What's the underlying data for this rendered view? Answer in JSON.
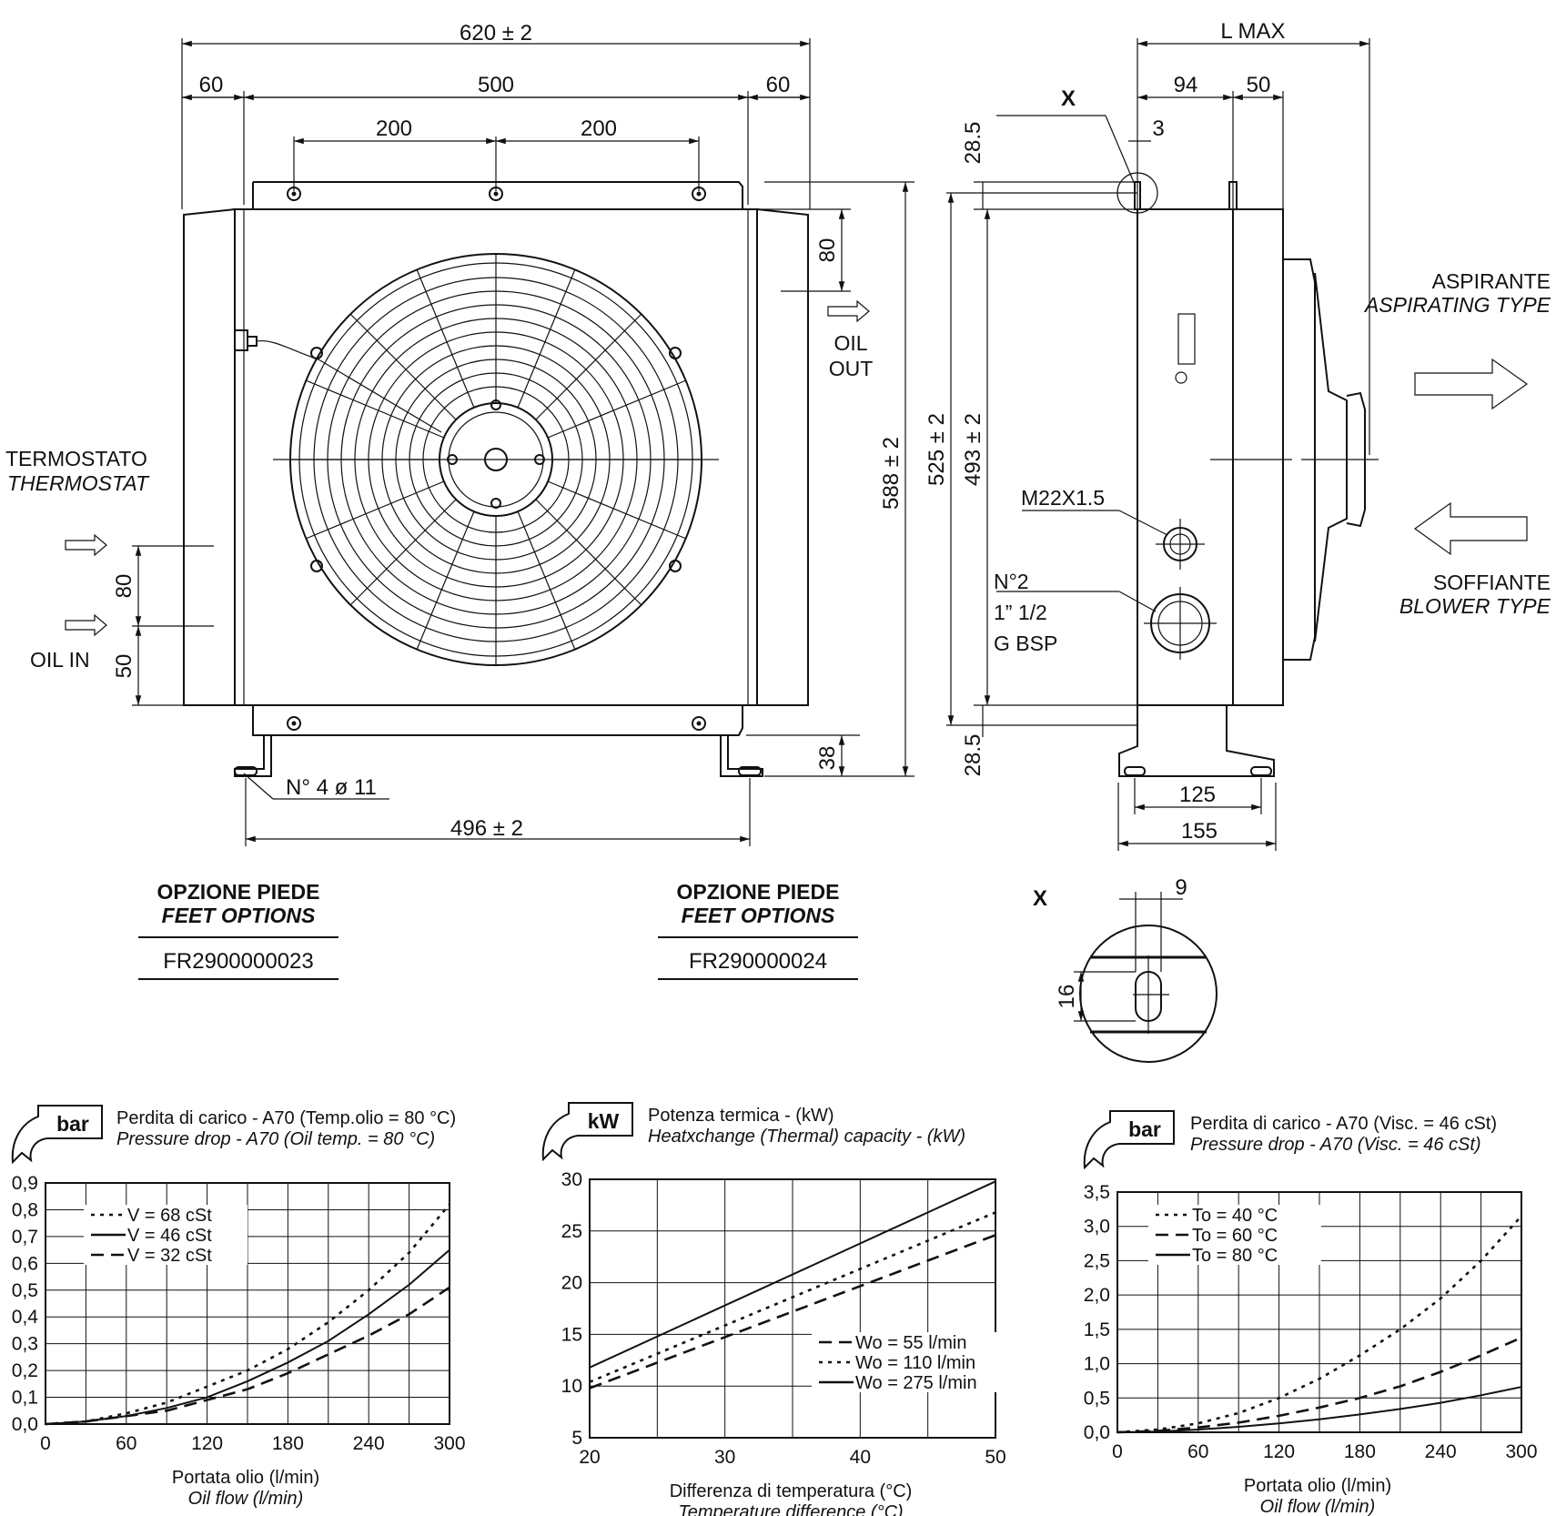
{
  "front_view": {
    "dims": {
      "overall_width": "620 ± 2",
      "left_margin": "60",
      "core_width": "500",
      "right_margin": "60",
      "hole_spacing_left": "200",
      "hole_spacing_right": "200",
      "oil_out_offset": "80",
      "overall_height": "588 ± 2",
      "feet_height": "38",
      "feet_span": "496 ± 2",
      "feet_holes": "N° 4 ø 11",
      "oil_in_offset_80": "80",
      "oil_in_offset_50": "50"
    },
    "labels": {
      "oil_out": [
        "OIL",
        "OUT"
      ],
      "oil_in": "OIL IN",
      "thermostat_it": "TERMOSTATO",
      "thermostat_en": "THERMOSTAT"
    }
  },
  "side_view": {
    "dims": {
      "l_max": "L MAX",
      "d94": "94",
      "d50": "50",
      "d3": "3",
      "d28_top": "28.5",
      "d28_bottom": "28.5",
      "h525": "525 ± 2",
      "h493": "493 ± 2",
      "d125": "125",
      "d155": "155"
    },
    "labels": {
      "x": "X",
      "thread": "M22X1.5",
      "ports": [
        "N°2",
        "1” 1/2",
        "G BSP"
      ],
      "aspirante": "ASPIRANTE",
      "aspirating": "ASPIRATING TYPE",
      "soffiante": "SOFFIANTE",
      "blower": "BLOWER TYPE"
    }
  },
  "detail_x": {
    "label": "X",
    "d9": "9",
    "d16": "16"
  },
  "feet_options": [
    {
      "title_it": "OPZIONE PIEDE",
      "title_en": "FEET OPTIONS",
      "code": "FR2900000023"
    },
    {
      "title_it": "OPZIONE PIEDE",
      "title_en": "FEET OPTIONS",
      "code": "FR290000024"
    }
  ],
  "chart_data": [
    {
      "type": "line",
      "unit_badge": "bar",
      "title": "Perdita di carico - A70 (Temp.olio = 80 °C)",
      "subtitle": "Pressure drop - A70 (Oil temp. = 80 °C)",
      "xlabel": "Portata olio (l/min)",
      "xlabel_en": "Oil flow (l/min)",
      "xlim": [
        0,
        300
      ],
      "ylim": [
        0,
        0.9
      ],
      "x_ticks": [
        "0",
        "60",
        "120",
        "180",
        "240",
        "300"
      ],
      "x_tick_values": [
        0,
        60,
        120,
        180,
        240,
        300
      ],
      "y_ticks": [
        "0,0",
        "0,1",
        "0,2",
        "0,3",
        "0,4",
        "0,5",
        "0,6",
        "0,7",
        "0,8",
        "0,9"
      ],
      "y_tick_values": [
        0,
        0.1,
        0.2,
        0.3,
        0.4,
        0.5,
        0.6,
        0.7,
        0.8,
        0.9
      ],
      "x_grid": [
        0,
        30,
        60,
        90,
        120,
        150,
        180,
        210,
        240,
        270,
        300
      ],
      "y_grid": [
        0,
        0.1,
        0.2,
        0.3,
        0.4,
        0.5,
        0.6,
        0.7,
        0.8,
        0.9
      ],
      "legend": "top-left",
      "series": [
        {
          "name": "V = 68 cSt",
          "style": "dotted",
          "x": [
            0,
            30,
            60,
            90,
            120,
            150,
            180,
            210,
            240,
            270,
            300
          ],
          "y": [
            0,
            0.01,
            0.04,
            0.08,
            0.14,
            0.2,
            0.28,
            0.38,
            0.5,
            0.64,
            0.82
          ]
        },
        {
          "name": "V = 46 cSt",
          "style": "solid",
          "x": [
            0,
            30,
            60,
            90,
            120,
            150,
            180,
            210,
            240,
            270,
            300
          ],
          "y": [
            0,
            0.01,
            0.03,
            0.06,
            0.1,
            0.16,
            0.23,
            0.31,
            0.41,
            0.52,
            0.65
          ]
        },
        {
          "name": "V = 32 cSt",
          "style": "dashed",
          "x": [
            0,
            30,
            60,
            90,
            120,
            150,
            180,
            210,
            240,
            270,
            300
          ],
          "y": [
            0,
            0.01,
            0.03,
            0.05,
            0.09,
            0.13,
            0.19,
            0.26,
            0.33,
            0.41,
            0.51
          ]
        }
      ]
    },
    {
      "type": "line",
      "unit_badge": "kW",
      "title": "Potenza termica - (kW)",
      "subtitle": "Heatxchange (Thermal) capacity - (kW)",
      "xlabel": "Differenza di temperatura (°C)",
      "xlabel_en": "Temperature difference (°C)",
      "xlim": [
        20,
        50
      ],
      "ylim": [
        5,
        30
      ],
      "x_ticks": [
        "20",
        "30",
        "40",
        "50"
      ],
      "x_tick_values": [
        20,
        30,
        40,
        50
      ],
      "y_ticks": [
        "5",
        "10",
        "15",
        "20",
        "25",
        "30"
      ],
      "y_tick_values": [
        5,
        10,
        15,
        20,
        25,
        30
      ],
      "x_grid": [
        20,
        25,
        30,
        35,
        40,
        45,
        50
      ],
      "y_grid": [
        5,
        10,
        15,
        20,
        25,
        30
      ],
      "legend": "bottom-right",
      "series": [
        {
          "name": "Wo = 55 l/min",
          "style": "dashed",
          "x": [
            20,
            50
          ],
          "y": [
            9.8,
            24.6
          ]
        },
        {
          "name": "Wo = 110 l/min",
          "style": "dotted",
          "x": [
            20,
            50
          ],
          "y": [
            10.4,
            26.8
          ]
        },
        {
          "name": "Wo = 275 l/min",
          "style": "solid",
          "x": [
            20,
            50
          ],
          "y": [
            11.8,
            29.8
          ]
        }
      ]
    },
    {
      "type": "line",
      "unit_badge": "bar",
      "title": "Perdita di carico - A70 (Visc. = 46 cSt)",
      "subtitle": "Pressure drop  - A70 (Visc. = 46 cSt)",
      "xlabel": "Portata olio (l/min)",
      "xlabel_en": "Oil flow (l/min)",
      "xlim": [
        0,
        300
      ],
      "ylim": [
        0,
        3.5
      ],
      "x_ticks": [
        "0",
        "60",
        "120",
        "180",
        "240",
        "300"
      ],
      "x_tick_values": [
        0,
        60,
        120,
        180,
        240,
        300
      ],
      "y_ticks": [
        "0,0",
        "0,5",
        "1,0",
        "1,5",
        "2,0",
        "2,5",
        "3,0",
        "3,5"
      ],
      "y_tick_values": [
        0,
        0.5,
        1.0,
        1.5,
        2.0,
        2.5,
        3.0,
        3.5
      ],
      "x_grid": [
        0,
        30,
        60,
        90,
        120,
        150,
        180,
        210,
        240,
        270,
        300
      ],
      "y_grid": [
        0,
        0.5,
        1.0,
        1.5,
        2.0,
        2.5,
        3.0,
        3.5
      ],
      "legend": "top-left",
      "series": [
        {
          "name": "To = 40 °C",
          "style": "dotted",
          "x": [
            0,
            30,
            60,
            90,
            120,
            150,
            180,
            210,
            240,
            270,
            300
          ],
          "y": [
            0,
            0.04,
            0.13,
            0.28,
            0.5,
            0.78,
            1.12,
            1.5,
            1.95,
            2.5,
            3.15
          ]
        },
        {
          "name": "To = 60 °C",
          "style": "dashed",
          "x": [
            0,
            30,
            60,
            90,
            120,
            150,
            180,
            210,
            240,
            270,
            300
          ],
          "y": [
            0,
            0.02,
            0.07,
            0.14,
            0.24,
            0.36,
            0.5,
            0.67,
            0.88,
            1.12,
            1.38
          ]
        },
        {
          "name": "To = 80 °C",
          "style": "solid",
          "x": [
            0,
            30,
            60,
            90,
            120,
            150,
            180,
            210,
            240,
            270,
            300
          ],
          "y": [
            0,
            0.01,
            0.04,
            0.08,
            0.13,
            0.19,
            0.26,
            0.34,
            0.43,
            0.54,
            0.66
          ]
        }
      ]
    }
  ]
}
